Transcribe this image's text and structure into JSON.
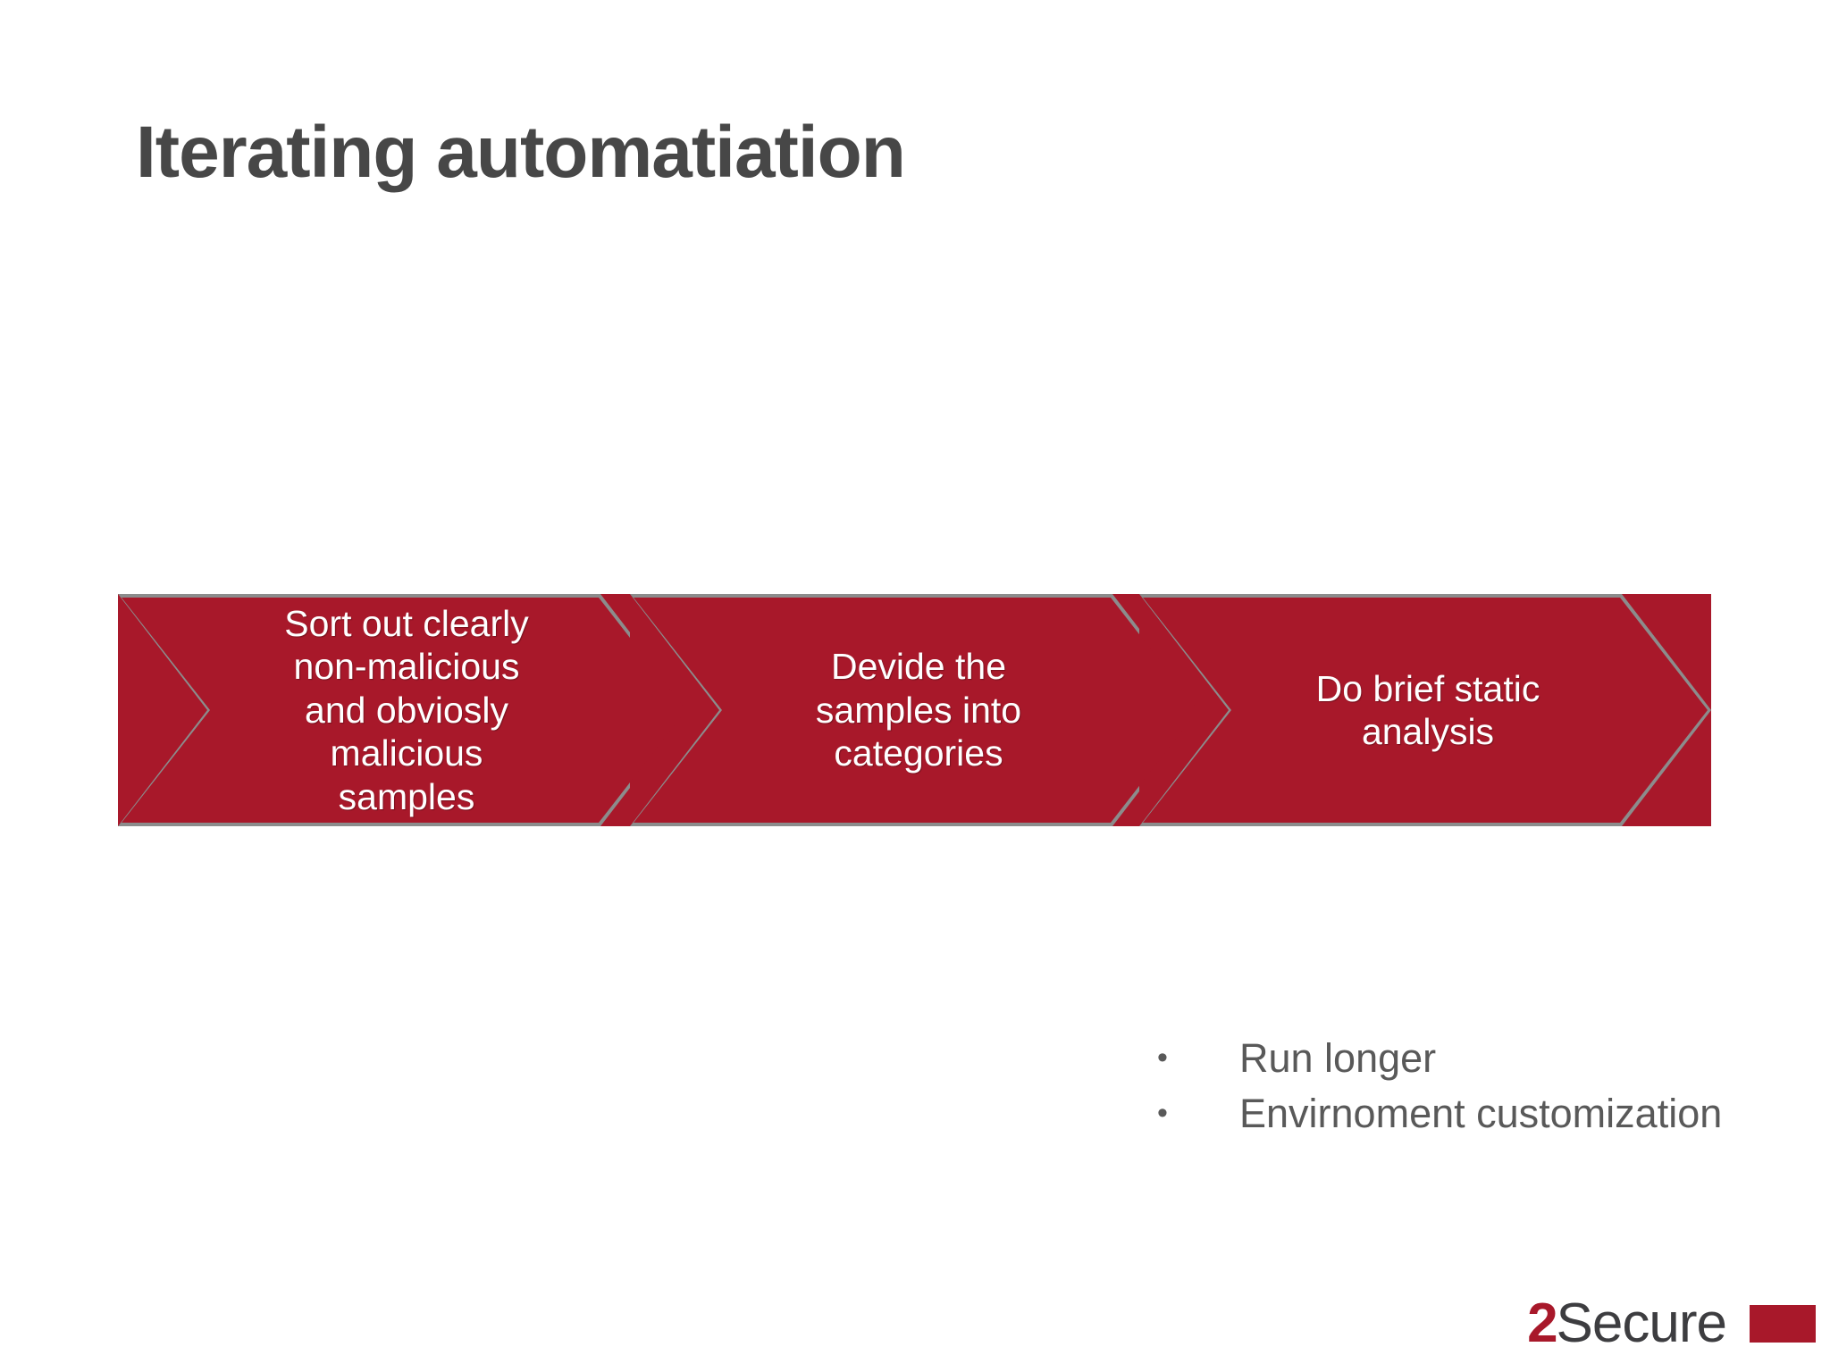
{
  "slide": {
    "title": "Iterating automatiation",
    "background_color": "#FFFFFF",
    "title_color": "#474747"
  },
  "process": {
    "accent_color": "#A8182A",
    "border_color": "#8C8C8C",
    "label_color": "#FFFFFF",
    "steps": [
      {
        "label": "Sort out clearly\nnon-malicious\nand obviosly\nmalicious\nsamples"
      },
      {
        "label": "Devide the\nsamples into\ncategories"
      },
      {
        "label": "Do brief static\nanalysis"
      }
    ]
  },
  "notes": {
    "text_color": "#595959",
    "bullet_glyph": "•",
    "items": [
      {
        "text": "Run longer"
      },
      {
        "text": "Envirnoment customization"
      }
    ]
  },
  "logo": {
    "digit": "2",
    "word": "Secure",
    "digit_color": "#A8182A",
    "word_color": "#3D3D40",
    "mark_color": "#A8182A"
  }
}
